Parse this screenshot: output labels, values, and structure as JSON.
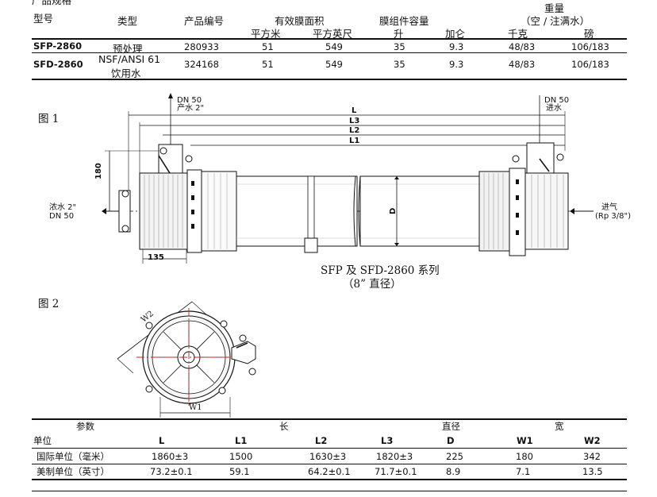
{
  "spec_heading_partial": "产品规格",
  "top_table": {
    "headers": {
      "model": "型号",
      "type": "类型",
      "part_no": "产品编号",
      "area": "有效膜面积",
      "area_m2": "平方米",
      "area_ft2": "平方英尺",
      "capacity": "膜组件容量",
      "liters": "升",
      "gallons": "加仑",
      "weight": "重量",
      "weight_sub": "（空 / 注满水）",
      "kg": "千克",
      "lb": "磅"
    },
    "rows": [
      {
        "model": "SFP-2860",
        "type_line1": "预处理",
        "type_line2": "",
        "part_no": "280933",
        "m2": "51",
        "ft2": "549",
        "liters": "35",
        "gallons": "9.3",
        "kg": "48/83",
        "lb": "106/183"
      },
      {
        "model": "SFD-2860",
        "type_line1": "NSF/ANSI 61",
        "type_line2": "饮用水",
        "part_no": "324168",
        "m2": "51",
        "ft2": "549",
        "liters": "35",
        "gallons": "9.3",
        "kg": "48/83",
        "lb": "106/183"
      }
    ]
  },
  "figure1": {
    "label": "图  1",
    "dn50_product": "DN 50",
    "product_water": "产水  2\"",
    "dn50_inlet": "DN 50",
    "inlet_water": "进水",
    "dim_L": "L",
    "dim_L3": "L3",
    "dim_L2": "L2",
    "dim_L1": "L1",
    "dim_180": "180",
    "dim_135": "135",
    "dim_D": "D",
    "concentrate_line1": "浓水  2\"",
    "concentrate_line2": "DN 50",
    "air_line1": "进气",
    "air_line2": "(Rp 3/8\")",
    "caption_line1": "SFP 及 SFD-2860 系列",
    "caption_line2": "（8” 直径）"
  },
  "figure2": {
    "label": "图  2",
    "dim_W2": "W2",
    "dim_W1": "W1"
  },
  "bottom_table": {
    "param": "参数",
    "length": "长",
    "diameter": "直径",
    "width": "宽",
    "unit": "单位",
    "cols": [
      "L",
      "L1",
      "L2",
      "L3",
      "D",
      "W1",
      "W2"
    ],
    "rows": [
      {
        "unit": "国际单位（毫米）",
        "values": [
          "1860±3",
          "1500",
          "1630±3",
          "1820±3",
          "225",
          "180",
          "342"
        ]
      },
      {
        "unit": "美制单位（英寸）",
        "values": [
          "73.2±0.1",
          "59.1",
          "64.2±0.1",
          "71.7±0.1",
          "8.9",
          "7.1",
          "13.5"
        ]
      }
    ]
  }
}
